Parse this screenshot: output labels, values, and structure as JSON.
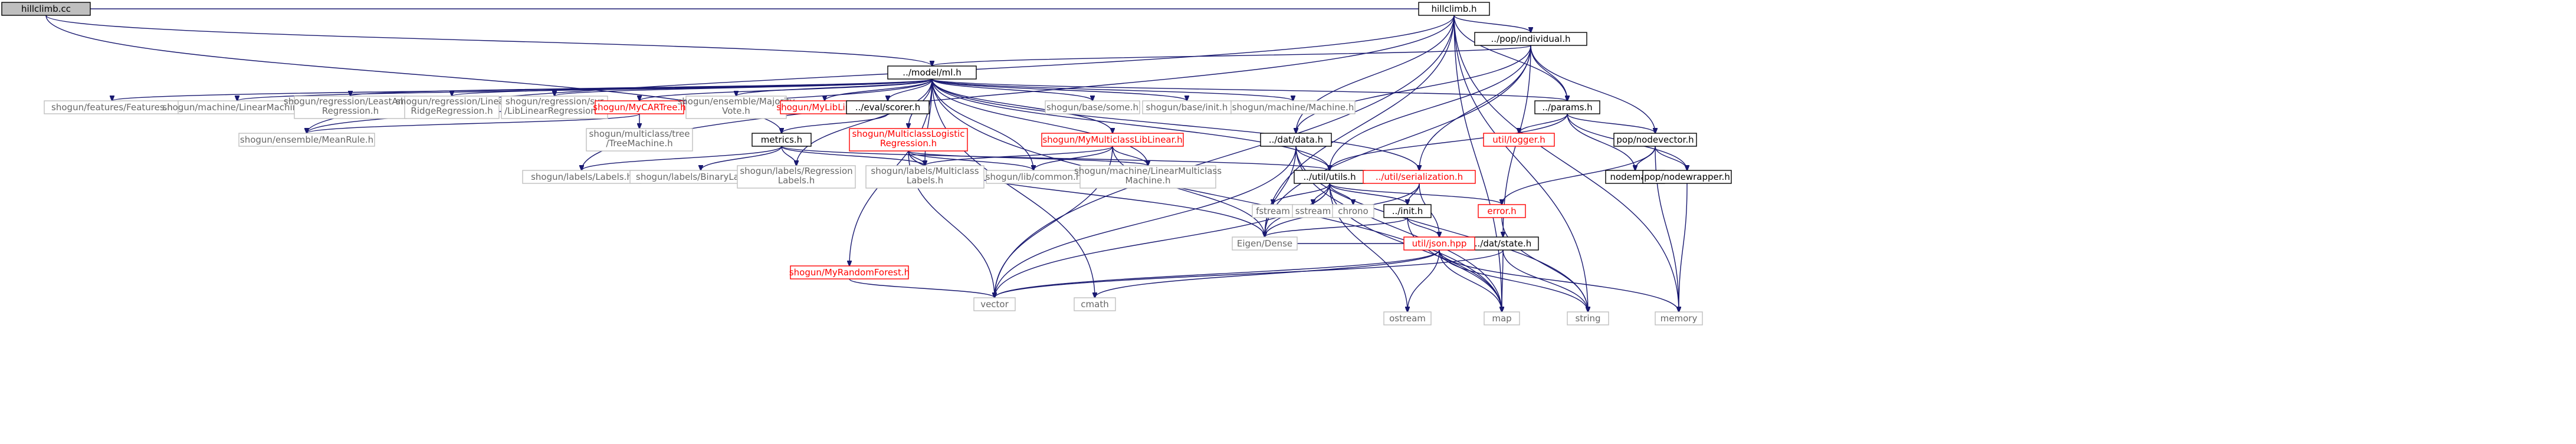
{
  "colors": {
    "edge": "#191970",
    "box_stroke_default": "#000000",
    "box_stroke_missing": "#bfbfbf",
    "box_stroke_red": "#ff0000",
    "text_default": "#000000",
    "text_missing": "#666666",
    "text_red": "#ff0000",
    "fill_default": "#ffffff",
    "fill_root": "#bfbfbf"
  },
  "nodes": [
    {
      "id": "hillclimb_cc",
      "lines": [
        "hillclimb.cc"
      ],
      "kind": "root"
    },
    {
      "id": "hillclimb_h",
      "lines": [
        "hillclimb.h"
      ],
      "kind": "doc"
    },
    {
      "id": "pop_individual",
      "lines": [
        "../pop/individual.h"
      ],
      "kind": "doc"
    },
    {
      "id": "model_ml",
      "lines": [
        "../model/ml.h"
      ],
      "kind": "doc"
    },
    {
      "id": "feat_features",
      "lines": [
        "shogun/features/Features.h"
      ],
      "kind": "missing"
    },
    {
      "id": "mach_linear",
      "lines": [
        "shogun/machine/LinearMachine.h"
      ],
      "kind": "missing"
    },
    {
      "id": "reg_lars",
      "lines": [
        "shogun/regression/LeastAngle",
        "Regression.h"
      ],
      "kind": "missing"
    },
    {
      "id": "reg_ridge",
      "lines": [
        "shogun/regression/Linear",
        "RidgeRegression.h"
      ],
      "kind": "missing"
    },
    {
      "id": "reg_svr",
      "lines": [
        "shogun/regression/svr",
        "/LibLinearRegression.h"
      ],
      "kind": "missing"
    },
    {
      "id": "mycartree",
      "lines": [
        "shogun/MyCARTree.h"
      ],
      "kind": "red"
    },
    {
      "id": "ens_majority",
      "lines": [
        "shogun/ensemble/Majority",
        "Vote.h"
      ],
      "kind": "missing"
    },
    {
      "id": "myliblinear",
      "lines": [
        "shogun/MyLibLinear.h"
      ],
      "kind": "red"
    },
    {
      "id": "eval_scorer",
      "lines": [
        "../eval/scorer.h"
      ],
      "kind": "doc"
    },
    {
      "id": "base_some",
      "lines": [
        "shogun/base/some.h"
      ],
      "kind": "missing"
    },
    {
      "id": "base_init",
      "lines": [
        "shogun/base/init.h"
      ],
      "kind": "missing"
    },
    {
      "id": "mach_machine",
      "lines": [
        "shogun/machine/Machine.h"
      ],
      "kind": "missing"
    },
    {
      "id": "params",
      "lines": [
        "../params.h"
      ],
      "kind": "doc"
    },
    {
      "id": "ens_meanrule",
      "lines": [
        "shogun/ensemble/MeanRule.h"
      ],
      "kind": "missing"
    },
    {
      "id": "mc_treemachine",
      "lines": [
        "shogun/multiclass/tree",
        "/TreeMachine.h"
      ],
      "kind": "missing"
    },
    {
      "id": "metrics",
      "lines": [
        "metrics.h"
      ],
      "kind": "doc"
    },
    {
      "id": "mc_logreg",
      "lines": [
        "shogun/MulticlassLogistic",
        "Regression.h"
      ],
      "kind": "red"
    },
    {
      "id": "mymc_liblinear",
      "lines": [
        "shogun/MyMulticlassLibLinear.h"
      ],
      "kind": "red"
    },
    {
      "id": "dat_data",
      "lines": [
        "../dat/data.h"
      ],
      "kind": "doc"
    },
    {
      "id": "util_logger",
      "lines": [
        "util/logger.h"
      ],
      "kind": "red"
    },
    {
      "id": "pop_nodevector",
      "lines": [
        "pop/nodevector.h"
      ],
      "kind": "doc"
    },
    {
      "id": "labels_labels",
      "lines": [
        "shogun/labels/Labels.h"
      ],
      "kind": "missing"
    },
    {
      "id": "labels_binary",
      "lines": [
        "shogun/labels/BinaryLabels.h"
      ],
      "kind": "missing"
    },
    {
      "id": "labels_regression",
      "lines": [
        "shogun/labels/Regression",
        "Labels.h"
      ],
      "kind": "missing"
    },
    {
      "id": "labels_multiclass",
      "lines": [
        "shogun/labels/Multiclass",
        "Labels.h"
      ],
      "kind": "missing"
    },
    {
      "id": "lib_common",
      "lines": [
        "shogun/lib/common.h"
      ],
      "kind": "missing"
    },
    {
      "id": "mach_mclinear",
      "lines": [
        "shogun/machine/LinearMulticlass",
        "Machine.h"
      ],
      "kind": "missing"
    },
    {
      "id": "util_utils",
      "lines": [
        "../util/utils.h"
      ],
      "kind": "doc"
    },
    {
      "id": "util_serialization",
      "lines": [
        "../util/serialization.h"
      ],
      "kind": "red"
    },
    {
      "id": "nodemap",
      "lines": [
        "nodemap.h"
      ],
      "kind": "doc"
    },
    {
      "id": "nodewrapper",
      "lines": [
        "pop/nodewrapper.h"
      ],
      "kind": "doc"
    },
    {
      "id": "fstream",
      "lines": [
        "fstream"
      ],
      "kind": "missing"
    },
    {
      "id": "sstream",
      "lines": [
        "sstream"
      ],
      "kind": "missing"
    },
    {
      "id": "chrono",
      "lines": [
        "chrono"
      ],
      "kind": "missing"
    },
    {
      "id": "init_h",
      "lines": [
        "../init.h"
      ],
      "kind": "doc"
    },
    {
      "id": "error_h",
      "lines": [
        "error.h"
      ],
      "kind": "red"
    },
    {
      "id": "dat_state",
      "lines": [
        "../dat/state.h"
      ],
      "kind": "doc"
    },
    {
      "id": "eigen_dense",
      "lines": [
        "Eigen/Dense"
      ],
      "kind": "missing"
    },
    {
      "id": "util_json",
      "lines": [
        "util/json.hpp"
      ],
      "kind": "red"
    },
    {
      "id": "myrandomforest",
      "lines": [
        "shogun/MyRandomForest.h"
      ],
      "kind": "red"
    },
    {
      "id": "vector",
      "lines": [
        "vector"
      ],
      "kind": "missing"
    },
    {
      "id": "cmath",
      "lines": [
        "cmath"
      ],
      "kind": "missing"
    },
    {
      "id": "ostream",
      "lines": [
        "ostream"
      ],
      "kind": "missing"
    },
    {
      "id": "map",
      "lines": [
        "map"
      ],
      "kind": "missing"
    },
    {
      "id": "string",
      "lines": [
        "string"
      ],
      "kind": "missing"
    },
    {
      "id": "memory",
      "lines": [
        "memory"
      ],
      "kind": "missing"
    }
  ],
  "edges": [
    [
      "hillclimb_cc",
      "hillclimb_h"
    ],
    [
      "hillclimb_cc",
      "model_ml"
    ],
    [
      "hillclimb_cc",
      "metrics"
    ],
    [
      "hillclimb_h",
      "pop_individual"
    ],
    [
      "hillclimb_h",
      "params"
    ],
    [
      "hillclimb_h",
      "dat_data"
    ],
    [
      "hillclimb_h",
      "eigen_dense"
    ],
    [
      "hillclimb_h",
      "vector"
    ],
    [
      "hillclimb_h",
      "ens_meanrule"
    ],
    [
      "hillclimb_h",
      "labels_labels"
    ],
    [
      "hillclimb_h",
      "map"
    ],
    [
      "hillclimb_h",
      "string"
    ],
    [
      "hillclimb_h",
      "memory"
    ],
    [
      "pop_individual",
      "model_ml"
    ],
    [
      "pop_individual",
      "params"
    ],
    [
      "pop_individual",
      "dat_data"
    ],
    [
      "pop_individual",
      "pop_nodevector"
    ],
    [
      "pop_individual",
      "util_utils"
    ],
    [
      "pop_individual",
      "util_serialization"
    ],
    [
      "pop_individual",
      "dat_state"
    ],
    [
      "pop_individual",
      "eigen_dense"
    ],
    [
      "model_ml",
      "feat_features"
    ],
    [
      "model_ml",
      "mach_linear"
    ],
    [
      "model_ml",
      "reg_lars"
    ],
    [
      "model_ml",
      "reg_ridge"
    ],
    [
      "model_ml",
      "reg_svr"
    ],
    [
      "model_ml",
      "mycartree"
    ],
    [
      "model_ml",
      "ens_majority"
    ],
    [
      "model_ml",
      "myliblinear"
    ],
    [
      "model_ml",
      "eval_scorer"
    ],
    [
      "model_ml",
      "base_some"
    ],
    [
      "model_ml",
      "base_init"
    ],
    [
      "model_ml",
      "mach_machine"
    ],
    [
      "model_ml",
      "params"
    ],
    [
      "model_ml",
      "ens_meanrule"
    ],
    [
      "model_ml",
      "mc_logreg"
    ],
    [
      "model_ml",
      "mymc_liblinear"
    ],
    [
      "model_ml",
      "labels_regression"
    ],
    [
      "model_ml",
      "labels_multiclass"
    ],
    [
      "model_ml",
      "lib_common"
    ],
    [
      "model_ml",
      "mach_mclinear"
    ],
    [
      "model_ml",
      "util_utils"
    ],
    [
      "model_ml",
      "util_serialization"
    ],
    [
      "model_ml",
      "myrandomforest"
    ],
    [
      "model_ml",
      "cmath"
    ],
    [
      "model_ml",
      "map"
    ],
    [
      "mycartree",
      "ens_meanrule"
    ],
    [
      "mycartree",
      "mc_treemachine"
    ],
    [
      "eval_scorer",
      "metrics"
    ],
    [
      "metrics",
      "labels_labels"
    ],
    [
      "metrics",
      "labels_binary"
    ],
    [
      "metrics",
      "labels_regression"
    ],
    [
      "metrics",
      "labels_multiclass"
    ],
    [
      "metrics",
      "util_utils"
    ],
    [
      "mc_logreg",
      "labels_multiclass"
    ],
    [
      "mc_logreg",
      "lib_common"
    ],
    [
      "mc_logreg",
      "mach_mclinear"
    ],
    [
      "mc_logreg",
      "vector"
    ],
    [
      "mc_logreg",
      "eigen_dense"
    ],
    [
      "mymc_liblinear",
      "labels_multiclass"
    ],
    [
      "mymc_liblinear",
      "lib_common"
    ],
    [
      "mymc_liblinear",
      "mach_mclinear"
    ],
    [
      "mymc_liblinear",
      "vector"
    ],
    [
      "mymc_liblinear",
      "eigen_dense"
    ],
    [
      "params",
      "util_logger"
    ],
    [
      "params",
      "pop_nodevector"
    ],
    [
      "params",
      "util_utils"
    ],
    [
      "params",
      "nodemap"
    ],
    [
      "params",
      "nodewrapper"
    ],
    [
      "dat_data",
      "util_utils"
    ],
    [
      "dat_data",
      "vector"
    ],
    [
      "dat_data",
      "eigen_dense"
    ],
    [
      "dat_data",
      "map"
    ],
    [
      "dat_data",
      "string"
    ],
    [
      "pop_nodevector",
      "nodemap"
    ],
    [
      "pop_nodevector",
      "nodewrapper"
    ],
    [
      "pop_nodevector",
      "error_h"
    ],
    [
      "pop_nodevector",
      "memory"
    ],
    [
      "nodemap",
      "nodewrapper"
    ],
    [
      "util_utils",
      "eigen_dense"
    ],
    [
      "util_utils",
      "vector"
    ],
    [
      "util_utils",
      "fstream"
    ],
    [
      "util_utils",
      "sstream"
    ],
    [
      "util_utils",
      "chrono"
    ],
    [
      "util_utils",
      "init_h"
    ],
    [
      "util_utils",
      "error_h"
    ],
    [
      "util_utils",
      "ostream"
    ],
    [
      "util_utils",
      "map"
    ],
    [
      "util_serialization",
      "init_h"
    ],
    [
      "util_serialization",
      "util_json"
    ],
    [
      "util_serialization",
      "eigen_dense"
    ],
    [
      "init_h",
      "eigen_dense"
    ],
    [
      "init_h",
      "util_json"
    ],
    [
      "init_h",
      "map"
    ],
    [
      "error_h",
      "string"
    ],
    [
      "dat_state",
      "eigen_dense"
    ],
    [
      "dat_state",
      "vector"
    ],
    [
      "dat_state",
      "map"
    ],
    [
      "dat_state",
      "string"
    ],
    [
      "util_json",
      "vector"
    ],
    [
      "util_json",
      "cmath"
    ],
    [
      "util_json",
      "ostream"
    ],
    [
      "util_json",
      "map"
    ],
    [
      "util_json",
      "string"
    ],
    [
      "util_json",
      "memory"
    ],
    [
      "myrandomforest",
      "vector"
    ],
    [
      "nodewrapper",
      "memory"
    ]
  ]
}
